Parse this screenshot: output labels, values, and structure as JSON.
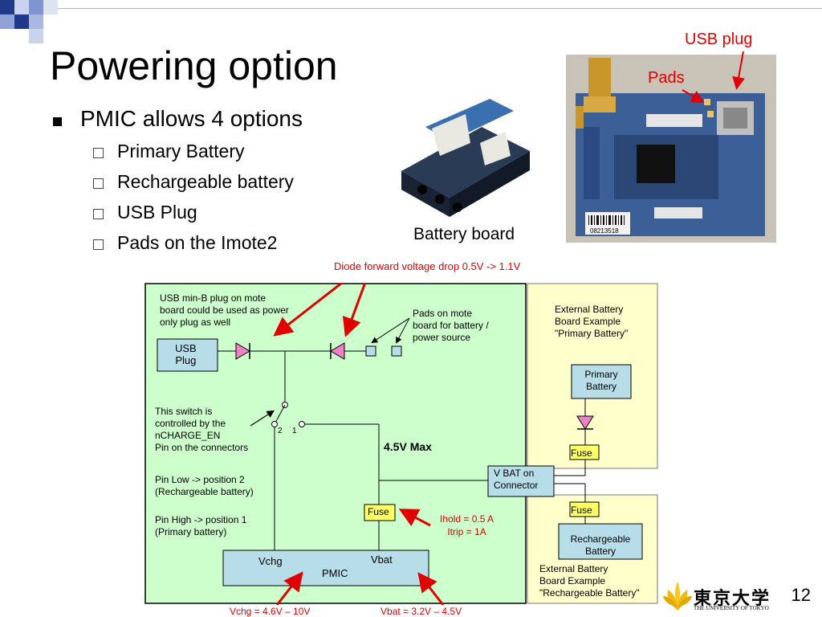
{
  "slide": {
    "title": "Powering option",
    "bullet": "PMIC allows 4 options",
    "sub_items": [
      "Primary Battery",
      "Rechargeable battery",
      "USB Plug",
      "Pads on the Imote2"
    ],
    "page_number": "12"
  },
  "photos": {
    "battery_board_caption": "Battery board",
    "usb_plug_label": "USB plug",
    "pads_label": "Pads",
    "board_barcode": "08213518"
  },
  "diagram": {
    "diode_note": "Diode forward voltage drop 0.5V ->  1.1V",
    "usb_note": [
      "USB min-B plug on mote",
      "board could be used as power",
      "only plug as well"
    ],
    "usb_box": [
      "USB",
      "Plug"
    ],
    "pads_note": [
      "Pads on mote",
      "board for battery /",
      "power source"
    ],
    "switch_note": [
      "This switch is",
      "controlled by the",
      "nCHARGE_EN",
      "Pin on the connectors"
    ],
    "pin_low": [
      "Pin Low -> position 2",
      "(Rechargeable battery)"
    ],
    "pin_high": [
      "Pin High -> position 1",
      "(Primary battery)"
    ],
    "switch_pos_2": "2",
    "switch_pos_1": "1",
    "max_label": "4.5V Max",
    "fuse_label": "Fuse",
    "hold_note": [
      "Ihold = 0.5 A",
      "Itrip = 1A"
    ],
    "pmic_label": "PMIC",
    "vchg_label": "Vchg",
    "vbat_label": "Vbat",
    "vbat_connector": [
      "V BAT on",
      "Connector"
    ],
    "ext_primary_title": [
      "External Battery",
      "Board Example",
      "\"Primary Battery\""
    ],
    "primary_battery_box": [
      "Primary",
      "Battery"
    ],
    "rechargeable_box": [
      "Rechargeable",
      "Battery"
    ],
    "ext_recharge_title": [
      "External Battery",
      "Board Example",
      "\"Rechargeable Battery\""
    ],
    "vchg_range": "Vchg = 4.6V – 10V",
    "vbat_range": "Vbat = 3.2V – 4.5V"
  },
  "logo": {
    "name_jp": "東京大学",
    "name_en": "THE UNIVERSITY OF TOKYO"
  },
  "colors": {
    "diagram_green": "#ccffcc",
    "diagram_yellow": "#ffffcc",
    "box_blue": "#b7dde8",
    "fuse_yellow": "#ffff66",
    "diode_pink": "#ee82c8",
    "annotation_red": "#e00000",
    "deco_blue": "#1f3a8a"
  }
}
